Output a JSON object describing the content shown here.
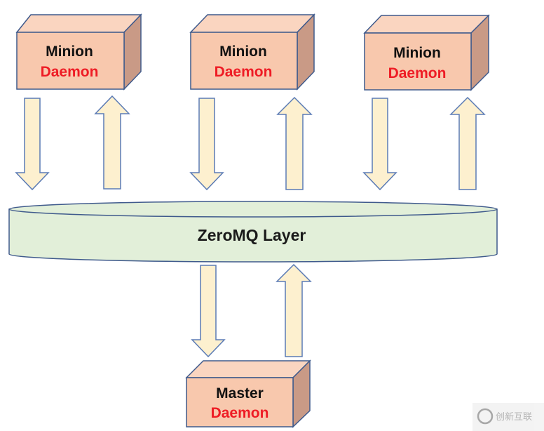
{
  "boxes": [
    {
      "title": "Minion",
      "subtitle": "Daemon"
    },
    {
      "title": "Minion",
      "subtitle": "Daemon"
    },
    {
      "title": "Minion",
      "subtitle": "Daemon"
    }
  ],
  "layer": {
    "label": "ZeroMQ Layer"
  },
  "master": {
    "title": "Master",
    "subtitle": "Daemon"
  },
  "watermark": {
    "text": "创新互联"
  },
  "colors": {
    "box_front": "#f8c8ad",
    "box_side": "#c99a86",
    "box_top": "#fad5c0",
    "box_stroke": "#3f5a8c",
    "arrow_fill": "#fdf0cf",
    "arrow_stroke": "#5b7bb5",
    "layer_fill": "#e2efd9",
    "subtitle": "#ee1c25"
  }
}
